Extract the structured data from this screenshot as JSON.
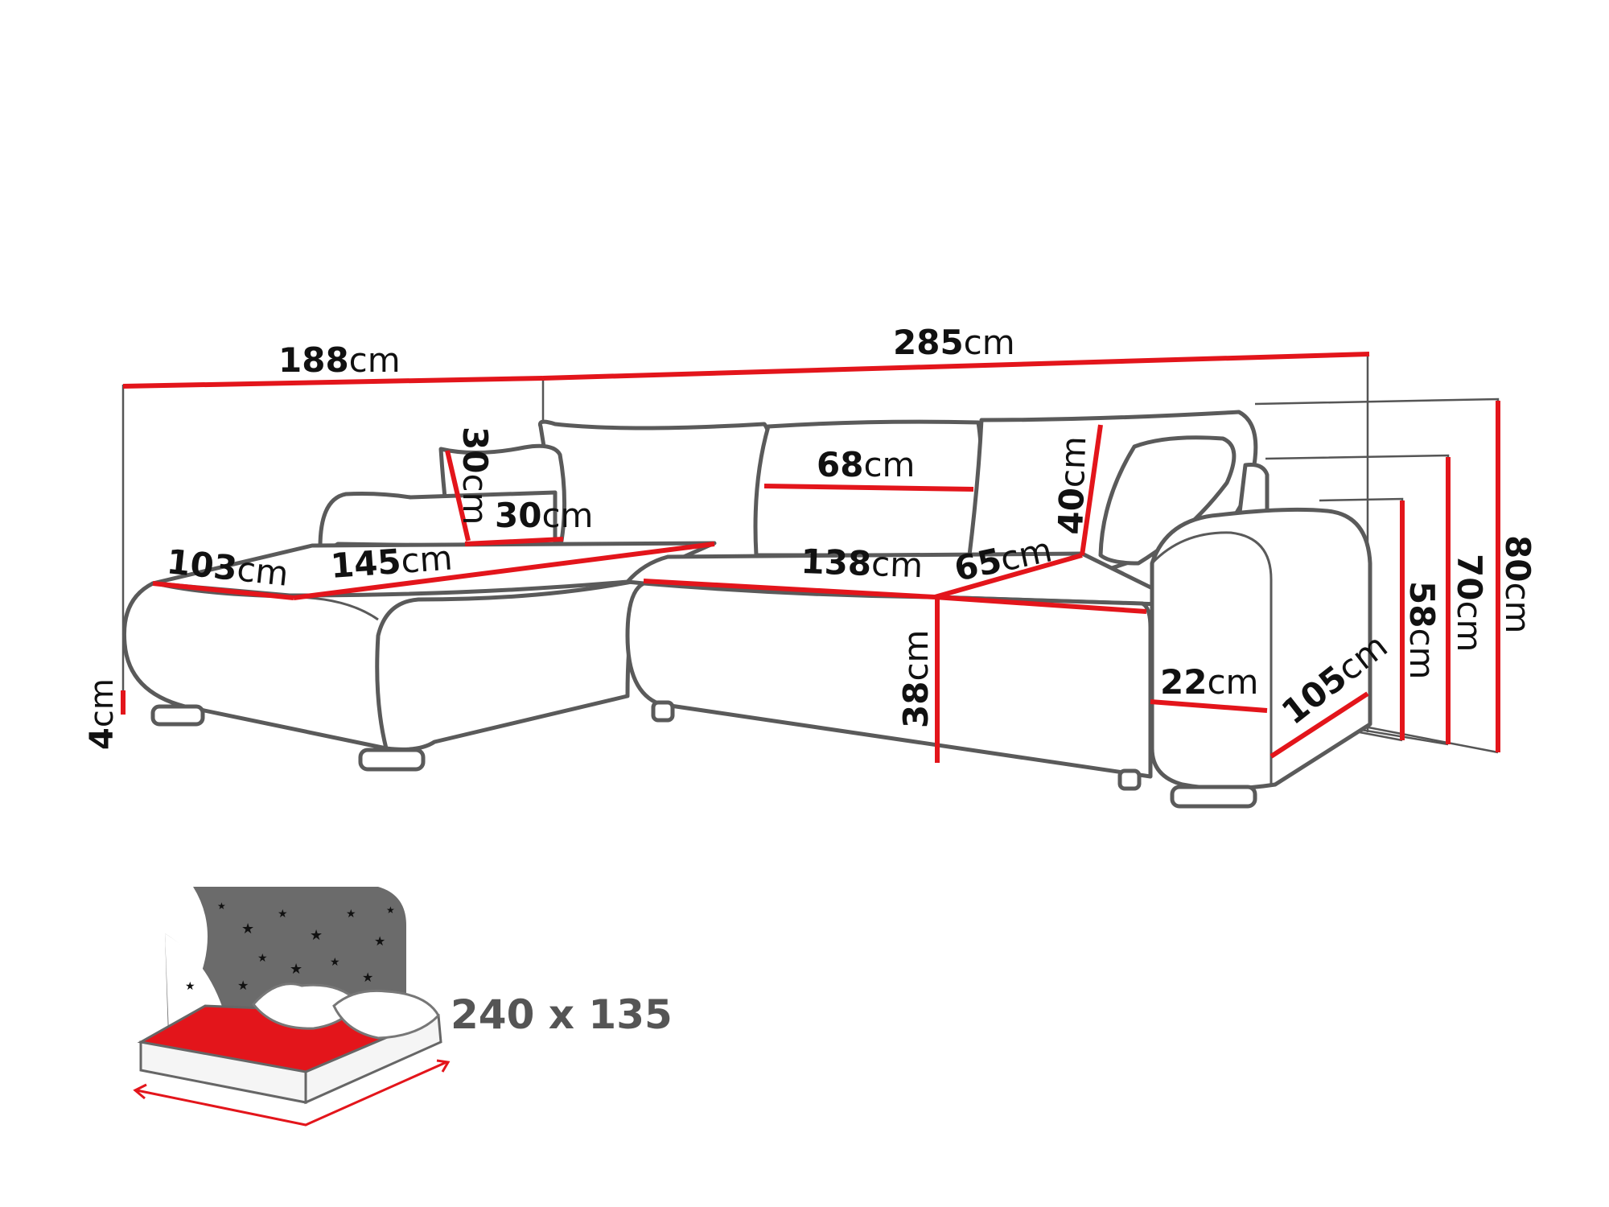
{
  "dimensions": [
    {
      "id": "dim-188",
      "value": "188",
      "unit": "cm"
    },
    {
      "id": "dim-285",
      "value": "285",
      "unit": "cm"
    },
    {
      "id": "dim-30-v",
      "value": "30",
      "unit": "cm"
    },
    {
      "id": "dim-30-h",
      "value": "30",
      "unit": "cm"
    },
    {
      "id": "dim-68",
      "value": "68",
      "unit": "cm"
    },
    {
      "id": "dim-40",
      "value": "40",
      "unit": "cm"
    },
    {
      "id": "dim-103",
      "value": "103",
      "unit": "cm"
    },
    {
      "id": "dim-145",
      "value": "145",
      "unit": "cm"
    },
    {
      "id": "dim-138",
      "value": "138",
      "unit": "cm"
    },
    {
      "id": "dim-65",
      "value": "65",
      "unit": "cm"
    },
    {
      "id": "dim-38",
      "value": "38",
      "unit": "cm"
    },
    {
      "id": "dim-22",
      "value": "22",
      "unit": "cm"
    },
    {
      "id": "dim-105",
      "value": "105",
      "unit": "cm"
    },
    {
      "id": "dim-58",
      "value": "58",
      "unit": "cm"
    },
    {
      "id": "dim-70",
      "value": "70",
      "unit": "cm"
    },
    {
      "id": "dim-80",
      "value": "80",
      "unit": "cm"
    },
    {
      "id": "dim-4",
      "value": "4",
      "unit": "cm"
    }
  ],
  "bed": {
    "size_label": "240 x 135"
  },
  "colors": {
    "measure_line": "#e3151b",
    "outline": "#5a5a5a",
    "guide": "#555555",
    "night_sky": "#6b6b6b",
    "bed_surface": "#e3151b"
  }
}
